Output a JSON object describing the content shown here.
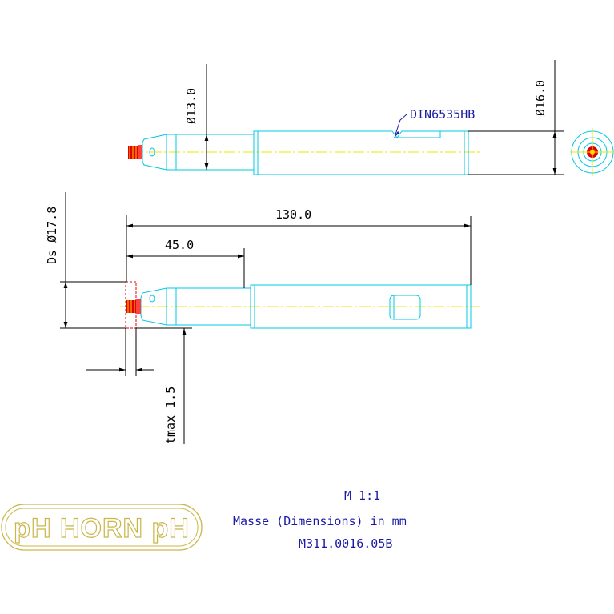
{
  "colors": {
    "outline": "#00c8e6",
    "centerline": "#e8e800",
    "dimension": "#000000",
    "note": "#1a1aa6",
    "tip": "#e00000",
    "logo": "#c9b64a"
  },
  "dimensions": {
    "diam_13": "Ø13.0",
    "diam_16": "Ø16.0",
    "din_label": "DIN6535HB",
    "length_130": "130.0",
    "length_45": "45.0",
    "ds_label": "Ds Ø17.8",
    "tmax_label": "tmax 1.5"
  },
  "notes": {
    "scale": "M 1:1",
    "units": "Masse (Dimensions) in mm",
    "drawing_number": "M311.0016.05B"
  },
  "logo": {
    "text": "pH HORN pH"
  }
}
